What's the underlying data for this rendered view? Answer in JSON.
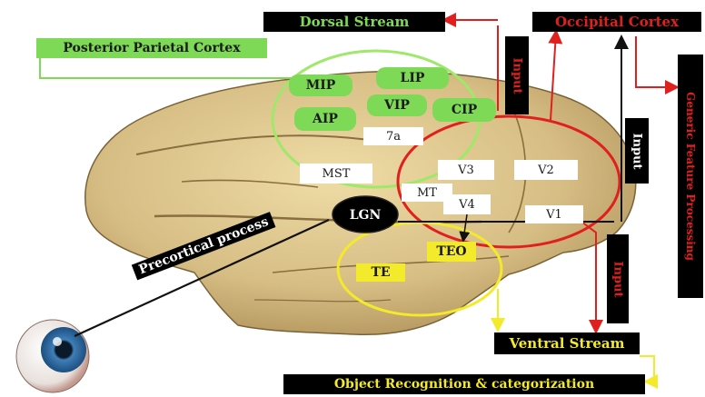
{
  "labels": {
    "dorsal_stream": "Dorsal Stream",
    "occipital_cortex": "Occipital Cortex",
    "posterior_parietal_cortex": "Posterior Parietal Cortex",
    "generic_feature_processing": "Generic Feature Processing",
    "input_top": "Input",
    "input_right": "Input",
    "input_bottom": "Input",
    "precortical_process": "Precortical process",
    "ventral_stream": "Ventral Stream",
    "object_recognition": "Object Recognition & categorization"
  },
  "regions": {
    "mip": "MIP",
    "lip": "LIP",
    "aip": "AIP",
    "vip": "VIP",
    "cip": "CIP",
    "seven_a": "7a",
    "mst": "MST",
    "mt": "MT",
    "v3": "V3",
    "v2": "V2",
    "v4": "V4",
    "v1": "V1",
    "lgn": "LGN",
    "teo": "TEO",
    "te": "TE"
  },
  "colors": {
    "green_label": "#7ed957",
    "red_label": "#e0201f",
    "yellow_label": "#f2ea2a",
    "brain": "#d9c28a",
    "green_ellipse": "#9ee86a",
    "red_ellipse": "#e0201f",
    "yellow_ellipse": "#f2ea2a"
  }
}
